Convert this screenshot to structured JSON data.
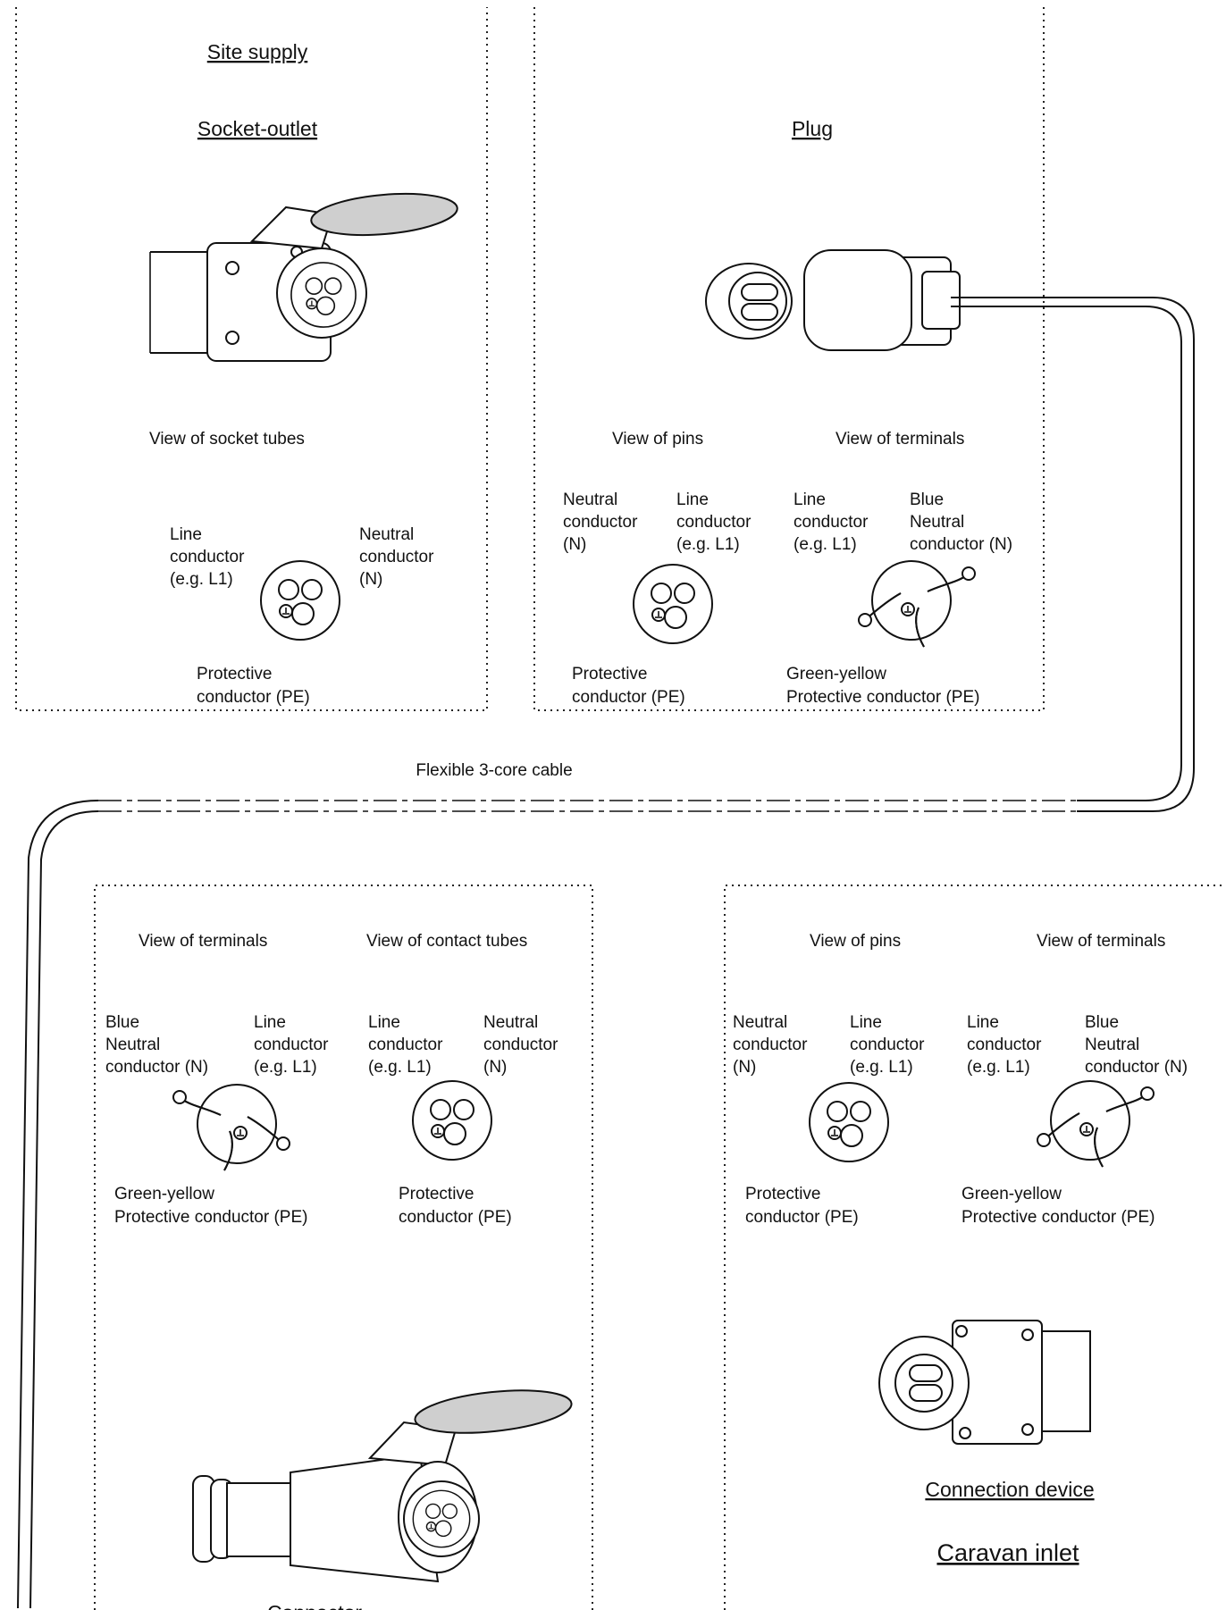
{
  "site_supply": {
    "title": "Site supply",
    "socket_outlet": "Socket-outlet",
    "view_label": "View of socket tubes",
    "line_label": [
      "Line",
      "conductor",
      "(e.g. L1)"
    ],
    "neutral_label": [
      "Neutral",
      "conductor",
      "(N)"
    ],
    "pe_label": [
      "Protective",
      "conductor (PE)"
    ]
  },
  "plug": {
    "title": "Plug",
    "view_pins": "View of pins",
    "view_terminals": "View of terminals",
    "neutral_label": [
      "Neutral",
      "conductor",
      "(N)"
    ],
    "line_label": [
      "Line",
      "conductor",
      "(e.g. L1)"
    ],
    "term_line_label": [
      "Line",
      "conductor",
      "(e.g. L1)"
    ],
    "term_neutral_label": [
      "Blue",
      "Neutral",
      "conductor (N)"
    ],
    "pe_label": [
      "Protective",
      "conductor (PE)"
    ],
    "term_pe_label": [
      "Green-yellow",
      "Protective conductor (PE)"
    ]
  },
  "cable": {
    "label": "Flexible 3-core cable"
  },
  "connector": {
    "title": "Connector",
    "view_terminals": "View of terminals",
    "view_contact_tubes": "View of contact tubes",
    "term_neutral_label": [
      "Blue",
      "Neutral",
      "conductor (N)"
    ],
    "term_line_label": [
      "Line",
      "conductor",
      "(e.g. L1)"
    ],
    "line_label": [
      "Line",
      "conductor",
      "(e.g. L1)"
    ],
    "neutral_label": [
      "Neutral",
      "conductor",
      "(N)"
    ],
    "term_pe_label": [
      "Green-yellow",
      "Protective conductor (PE)"
    ],
    "pe_label": [
      "Protective",
      "conductor (PE)"
    ]
  },
  "caravan_inlet": {
    "title": "Caravan inlet",
    "connection_device": "Connection device",
    "view_pins": "View of pins",
    "view_terminals": "View of terminals",
    "neutral_label": [
      "Neutral",
      "conductor",
      "(N)"
    ],
    "line_label": [
      "Line",
      "conductor",
      "(e.g. L1)"
    ],
    "term_line_label": [
      "Line",
      "conductor",
      "(e.g. L1)"
    ],
    "term_neutral_label": [
      "Blue",
      "Neutral",
      "conductor (N)"
    ],
    "pe_label": [
      "Protective",
      "conductor (PE)"
    ],
    "term_pe_label": [
      "Green-yellow",
      "Protective conductor (PE)"
    ]
  }
}
